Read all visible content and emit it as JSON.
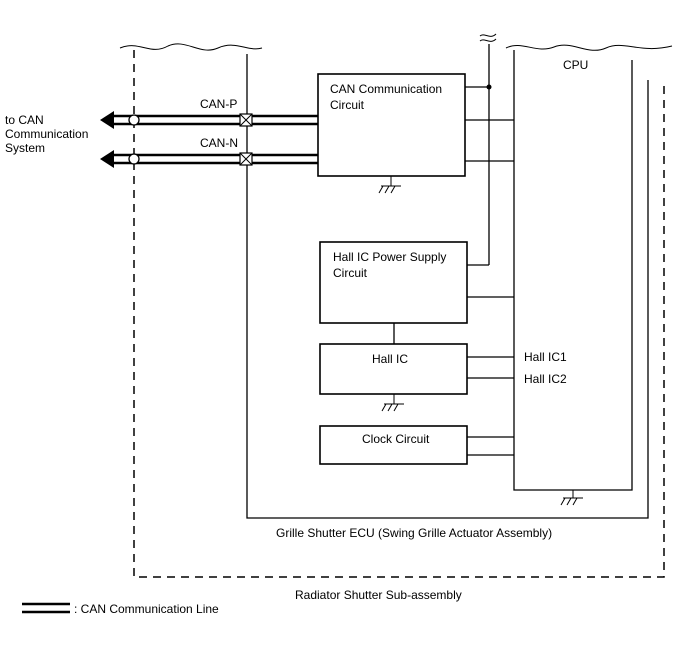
{
  "labels": {
    "to_can": [
      "to CAN",
      "Communication",
      "System"
    ],
    "can_p": "CAN-P",
    "can_n": "CAN-N",
    "cpu": "CPU",
    "can_circuit": [
      "CAN Communication",
      "Circuit"
    ],
    "hall_power": [
      "Hall IC Power Supply",
      "Circuit"
    ],
    "hall_ic": "Hall IC",
    "clock": "Clock Circuit",
    "hall_ic1": "Hall IC1",
    "hall_ic2": "Hall IC2",
    "ecu": "Grille Shutter ECU (Swing Grille Actuator Assembly)",
    "subassembly": "Radiator Shutter Sub-assembly",
    "legend": ": CAN Communication Line"
  }
}
